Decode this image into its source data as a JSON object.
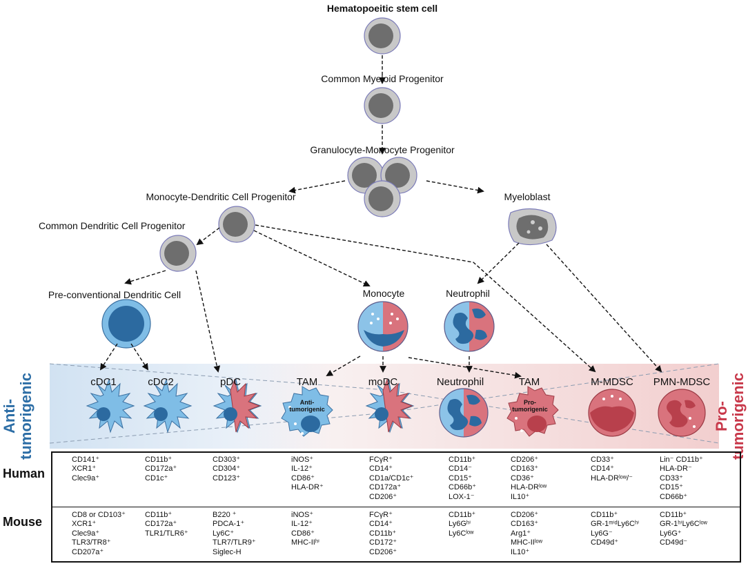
{
  "nodes": {
    "hsc": "Hematopoeitic stem cell",
    "cmp": "Common Myeloid Progenitor",
    "gmp": "Granulocyte-Monocyte Progenitor",
    "mdp": "Monocyte-Dendritic Cell Progenitor",
    "myeloblast": "Myeloblast",
    "cdp": "Common Dendritic Cell Progenitor",
    "pre_cdc": "Pre-conventional Dendritic Cell",
    "monocyte": "Monocyte",
    "neutrophil": "Neutrophil"
  },
  "cell_types": [
    "cDC1",
    "cDC2",
    "pDC",
    "TAM",
    "moDC",
    "Neutrophil",
    "TAM",
    "M-MDSC",
    "PMN-MDSC"
  ],
  "inner_labels": {
    "tam_anti": "Anti-\ntumorigenic",
    "tam_pro": "Pro-\ntumorigenic"
  },
  "sides": {
    "anti": "Anti-\ntumorigenic",
    "pro": "Pro-\ntumorigenic"
  },
  "colors": {
    "anti": "#2d6ea6",
    "pro": "#c8384a",
    "cell_blue": "#7fbde6",
    "nucleus_blue": "#2c6aa0",
    "cell_red": "#d9737d",
    "nucleus_red": "#b8404c",
    "progenitor_gray": "#c8c8c8"
  },
  "table": {
    "rows": [
      "Human",
      "Mouse"
    ],
    "human": [
      [
        "CD141⁺",
        "XCR1⁺",
        "Clec9a⁺"
      ],
      [
        "CD11b⁺",
        "CD172a⁺",
        "CD1c⁺"
      ],
      [
        "CD303⁺",
        "CD304⁺",
        "CD123⁺"
      ],
      [
        "iNOS⁺",
        "IL-12⁺",
        "CD86⁺",
        "HLA-DR⁺"
      ],
      [
        "FCγR⁺",
        "CD14⁺",
        "CD1a/CD1c⁺",
        "CD172a⁺",
        "CD206⁺"
      ],
      [
        "CD11b⁺",
        "CD14⁻",
        "CD15⁺",
        "CD66b⁺",
        "LOX-1⁻"
      ],
      [
        "CD206⁺",
        "CD163⁺",
        "CD36⁺",
        "HLA-DRˡᵒʷ",
        "IL10⁺"
      ],
      [
        "CD33⁺",
        "CD14⁺",
        "HLA-DRˡᵒʷ/⁻"
      ],
      [
        "Lin⁻ CD11b⁺",
        "HLA-DR⁻",
        "CD33⁺",
        "CD15⁺",
        "CD66b⁺"
      ]
    ],
    "mouse": [
      [
        "CD8 or CD103⁺",
        "XCR1⁺",
        "Clec9a⁺",
        "TLR3/TR8⁺",
        "CD207a⁺"
      ],
      [
        "CD11b⁺",
        "CD172a⁺",
        "TLR1/TLR6⁺"
      ],
      [
        "B220 ⁺",
        "PDCA-1⁺",
        "Ly6C⁺",
        "TLR7/TLR9⁺",
        "Siglec-H"
      ],
      [
        "iNOS⁺",
        "IL-12⁺",
        "CD86⁺",
        "MHC-IIʰⁱ"
      ],
      [
        "FCγR⁺",
        "CD14⁺",
        "CD11b⁺",
        "CD172⁺",
        "CD206⁺"
      ],
      [
        "CD11b⁺",
        "Ly6Gʰⁱ",
        "Ly6Cˡᵒʷ"
      ],
      [
        "CD206⁺",
        "CD163⁺",
        "Arg1⁺",
        "MHC-IIˡᵒʷ",
        "IL10⁺"
      ],
      [
        "CD11b⁺",
        "GR-1ᵐⁱᵈLy6Cʰⁱ",
        "Ly6G⁻",
        "CD49d⁺"
      ],
      [
        "CD11b⁺",
        "GR-1ʰⁱLy6Cˡᵒʷ",
        "Ly6G⁺",
        "CD49d⁻"
      ]
    ]
  }
}
